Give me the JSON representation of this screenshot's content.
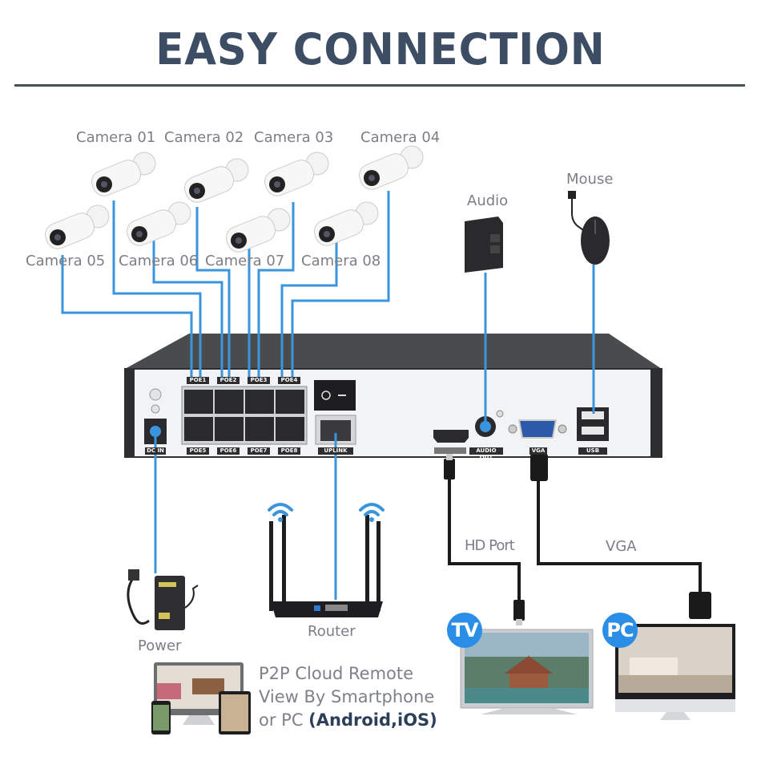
{
  "header": {
    "title": "EASY CONNECTION"
  },
  "cameras": [
    {
      "label": "Camera 01"
    },
    {
      "label": "Camera 02"
    },
    {
      "label": "Camera 03"
    },
    {
      "label": "Camera 04"
    },
    {
      "label": "Camera 05"
    },
    {
      "label": "Camera 06"
    },
    {
      "label": "Camera 07"
    },
    {
      "label": "Camera 08"
    }
  ],
  "peripherals": {
    "audio": "Audio",
    "mouse": "Mouse",
    "power": "Power",
    "router": "Router",
    "hd_port": "HD Port",
    "vga": "VGA"
  },
  "nvr": {
    "port_labels_bottom": [
      "POE5",
      "POE6",
      "POE7",
      "POE8"
    ],
    "port_labels_top": [
      "POE1",
      "POE2",
      "POE3",
      "POE4"
    ],
    "dc_in": "DC IN",
    "uplink": "UPLINK",
    "audio_out": "AUDIO OUT",
    "vga": "VGA",
    "usb": "USB",
    "power_switch": "O –"
  },
  "displays": {
    "tv_badge": "TV",
    "pc_badge": "PC"
  },
  "footer": {
    "line1": "P2P Cloud Remote",
    "line2": "View By Smartphone",
    "line3_prefix": "or PC ",
    "line3_bold": "(Android,iOS)"
  },
  "colors": {
    "title": "#3d4d64",
    "wire": "#3a95de",
    "badge": "#2a8ee6",
    "cable_black": "#1a1a1a"
  }
}
